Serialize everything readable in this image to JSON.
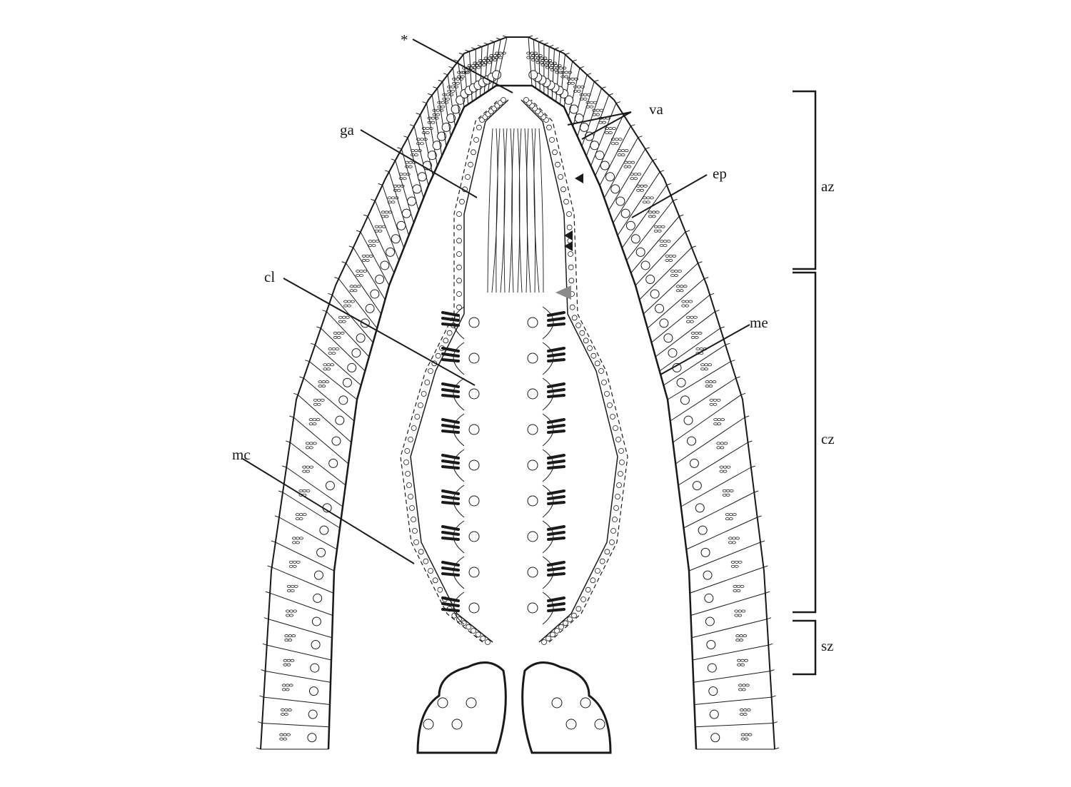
{
  "figure": {
    "labels": {
      "asterisk": "*",
      "va": "va",
      "ga": "ga",
      "ep": "ep",
      "cl": "cl",
      "me": "me",
      "mc": "mc"
    },
    "zones": {
      "az": "az",
      "cz": "cz",
      "sz": "sz"
    },
    "colors": {
      "ink": "#1a1a1a",
      "arrowhead_grey": "#8a8a8a",
      "background": "#ffffff"
    }
  }
}
